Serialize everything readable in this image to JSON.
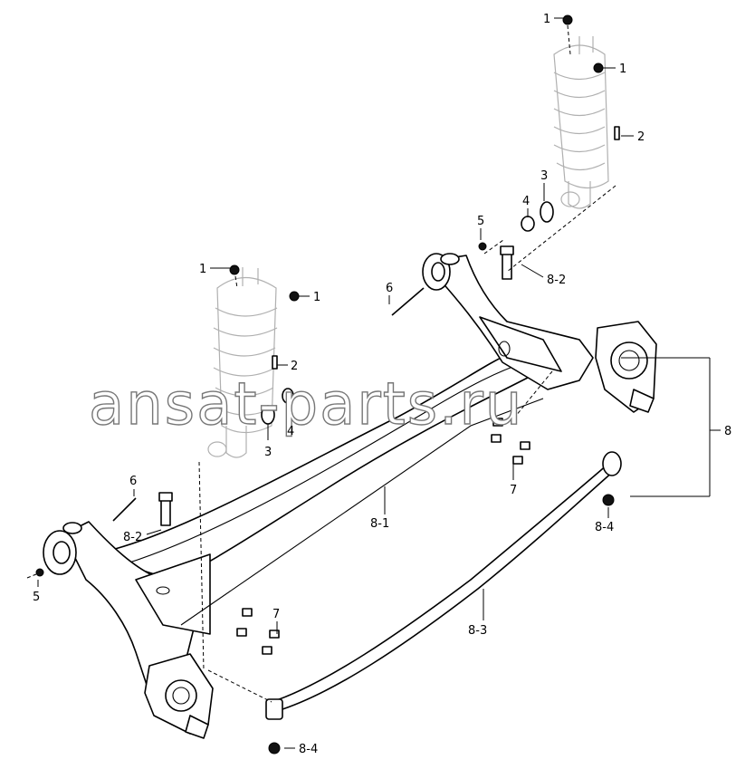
{
  "watermark": "ansat-parts.ru",
  "callouts": [
    {
      "id": "c1a",
      "text": "1"
    },
    {
      "id": "c1b",
      "text": "1"
    },
    {
      "id": "c2a",
      "text": "2"
    },
    {
      "id": "c3a",
      "text": "3"
    },
    {
      "id": "c4a",
      "text": "4"
    },
    {
      "id": "c5a",
      "text": "5"
    },
    {
      "id": "c82a",
      "text": "8-2"
    },
    {
      "id": "c6a",
      "text": "6"
    },
    {
      "id": "c1c",
      "text": "1"
    },
    {
      "id": "c1d",
      "text": "1"
    },
    {
      "id": "c2b",
      "text": "2"
    },
    {
      "id": "c4b",
      "text": "4"
    },
    {
      "id": "c3b",
      "text": "3"
    },
    {
      "id": "c8",
      "text": "8"
    },
    {
      "id": "c7a",
      "text": "7"
    },
    {
      "id": "c81",
      "text": "8-1"
    },
    {
      "id": "c84a",
      "text": "8-4"
    },
    {
      "id": "c6b",
      "text": "6"
    },
    {
      "id": "c82b",
      "text": "8-2"
    },
    {
      "id": "c5b",
      "text": "5"
    },
    {
      "id": "c83",
      "text": "8-3"
    },
    {
      "id": "c7b",
      "text": "7"
    },
    {
      "id": "c84b",
      "text": "8-4"
    }
  ],
  "colors": {
    "line": "#000000",
    "ghost": "#b0b0b0",
    "watermark_stroke": "#777777"
  }
}
